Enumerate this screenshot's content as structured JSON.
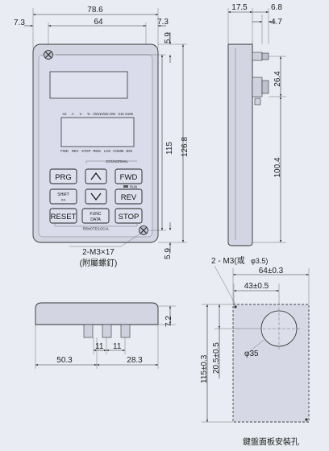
{
  "front_view": {
    "dims": {
      "overall_width": "78.6",
      "left_margin": "7.3",
      "inner_width": "64",
      "right_margin": "7.3",
      "top_offset": "5.9",
      "bottom_offset": "5.9",
      "inner_height": "115",
      "overall_height": "126.8"
    },
    "indicator_labels": [
      "Hz",
      "A",
      "V",
      "%",
      "r/min",
      "m/min",
      "kW",
      "X10",
      "X100"
    ],
    "status_labels": [
      "FWD",
      "REV",
      "STOP",
      "REM",
      "LOC",
      "COMM",
      "JOG"
    ],
    "jog_label": "JOG/NORMAL",
    "run_label": "RUN",
    "remote_label": "REMOTE/LOCAL",
    "keys": {
      "prg": "PRG",
      "fwd": "FWD",
      "shift": "SHIFT",
      "shift_arrows": ">>",
      "rev": "REV",
      "reset": "RESET",
      "func_line1": "FUNC",
      "func_line2": "DATA",
      "stop": "STOP"
    },
    "screw_note_line1": "2-M3×17",
    "screw_note_line2": "(附屬螺釘)"
  },
  "side_view": {
    "dims": {
      "depth_total": "17.5",
      "depth_a": "6.8",
      "depth_b": "4.7",
      "connector_height": "26.4",
      "lower_height": "100.4"
    }
  },
  "bottom_view": {
    "dims": {
      "height": "7.2",
      "left": "50.3",
      "right": "28.3",
      "pitch_a": "11",
      "pitch_b": "11"
    }
  },
  "panel_cutout": {
    "hole_note_prefix": "2 - M3(或",
    "hole_note_phi": "φ3.5)",
    "dims": {
      "width": "64±0.3",
      "hole_x": "43±0.5",
      "height": "115±0.3",
      "hole_y": "20.5±0.5",
      "diameter": "φ35"
    },
    "caption": "鍵盤面板安裝孔"
  }
}
